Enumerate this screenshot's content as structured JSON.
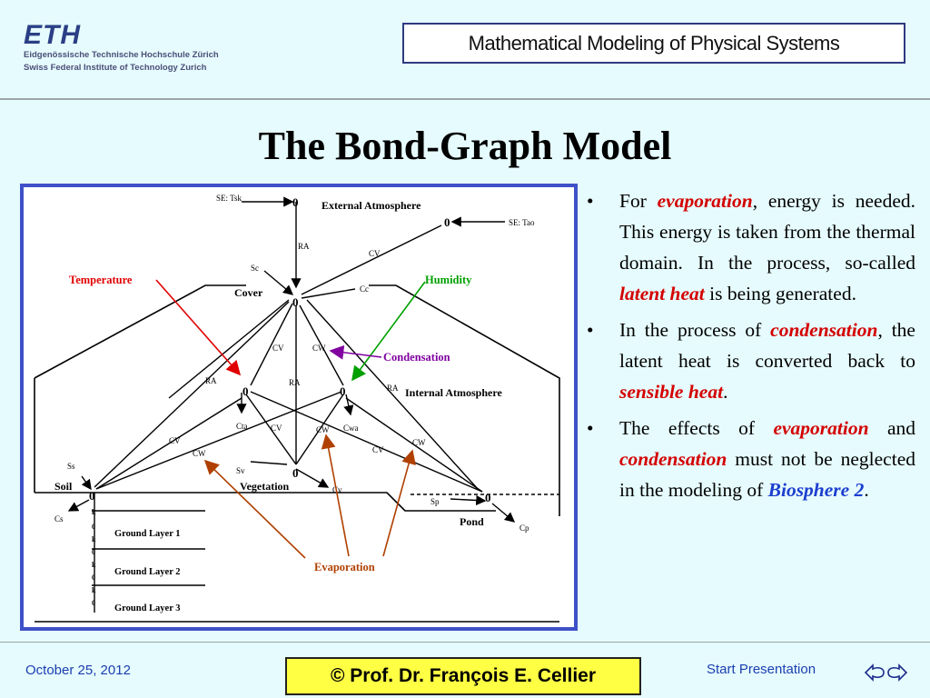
{
  "header": {
    "logo_mark": "ETH",
    "logo_line1": "Eidgenössische Technische Hochschule Zürich",
    "logo_line2": "Swiss Federal Institute of Technology Zurich",
    "course_title": "Mathematical Modeling of Physical Systems"
  },
  "slide": {
    "title": "The Bond-Graph Model"
  },
  "diagram": {
    "labels": {
      "se_tsk": "SE: Tsk",
      "external_atmosphere": "External Atmosphere",
      "se_tao": "SE: Tao",
      "ra": "RA",
      "cv": "CV",
      "cw": "CW",
      "sc": "Sc",
      "cc": "Cc",
      "cover": "Cover",
      "internal_atmosphere": "Internal Atmosphere",
      "cta": "Cta",
      "cwa": "Cwa",
      "sv": "Sv",
      "cv_small": "Cv",
      "vegetation": "Vegetation",
      "ss": "Ss",
      "soil": "Soil",
      "cs": "Cs",
      "sp": "Sp",
      "pond": "Pond",
      "cp": "Cp",
      "ground_layer_1": "Ground Layer 1",
      "ground_layer_2": "Ground Layer 2",
      "ground_layer_3": "Ground Layer 3",
      "zero": "0",
      "k": "k"
    },
    "annotations": {
      "temperature": "Temperature",
      "humidity": "Humidity",
      "condensation": "Condensation",
      "evaporation": "Evaporation"
    },
    "annotation_colors": {
      "temperature": "#e00000",
      "humidity": "#00a000",
      "condensation": "#8000a0",
      "evaporation": "#b04000"
    }
  },
  "bullets": {
    "b1": {
      "t1": "For ",
      "h1": "evaporation",
      "t2": ", energy is needed.  This energy is taken from the thermal domain.  In the process, so-called ",
      "h2": "latent heat",
      "t3": " is being generated."
    },
    "b2": {
      "t1": "In the process of ",
      "h1": "condensation",
      "t2": ", the latent heat is converted back to ",
      "h2": "sensible heat",
      "t3": "."
    },
    "b3": {
      "t1": "The effects of ",
      "h1": "evaporation",
      "t2": " and ",
      "h2": "condensation",
      "t3": " must not be neglected in the modeling of ",
      "h3": "Biosphere 2",
      "t4": "."
    },
    "marker": "•"
  },
  "footer": {
    "date": "October 25, 2012",
    "author": "©  Prof. Dr. François E. Cellier",
    "start": "Start Presentation",
    "prev_icon": "back-arrow-icon",
    "next_icon": "forward-arrow-icon"
  },
  "colors": {
    "background": "#e6fbfd",
    "frame": "#3f51c8",
    "highlight_red": "#d40000",
    "highlight_blue": "#1c3fd0",
    "footer_box": "#ffff44"
  }
}
